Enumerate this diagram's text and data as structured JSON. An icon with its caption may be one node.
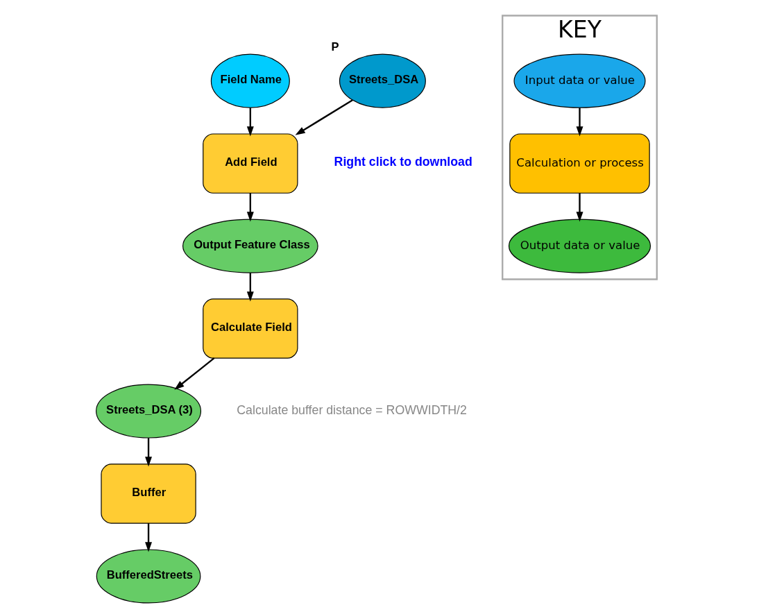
{
  "diagram": {
    "nodes": [
      {
        "text": [
          "Field Name"
        ]
      },
      {
        "text": [
          "Streets_DSA"
        ],
        "beside": [
          "P"
        ]
      },
      {
        "text": [
          "Add Field"
        ]
      },
      {
        "text": [
          "Output Feature Class"
        ]
      },
      {
        "text": [
          "Calculate Field"
        ]
      },
      {
        "text": [
          "Streets_DSA (3)"
        ]
      },
      {
        "text": [
          "Buffer"
        ]
      },
      {
        "text": [
          "BufferedStreets"
        ]
      },
      {
        "text": [
          "KEY"
        ]
      },
      {
        "text": [
          "Input data or value"
        ],
        "in": 8
      },
      {
        "text": [
          "Calculation or process"
        ],
        "in": 8
      },
      {
        "text": [
          "Output data or value"
        ],
        "in": 8
      }
    ],
    "edges": [
      {
        "from": 0,
        "to": 2,
        "arrow": "to"
      },
      {
        "from": 1,
        "to": 2,
        "arrow": "to"
      },
      {
        "from": 2,
        "to": 3,
        "arrow": "to"
      },
      {
        "from": 3,
        "to": 4,
        "arrow": "to"
      },
      {
        "from": 4,
        "to": 5,
        "arrow": "to"
      },
      {
        "from": 5,
        "to": 6,
        "arrow": "to"
      },
      {
        "from": 6,
        "to": 7,
        "arrow": "to"
      },
      {
        "from": 9,
        "to": 10,
        "arrow": "to"
      },
      {
        "from": 10,
        "to": 11,
        "arrow": "to"
      }
    ],
    "labels": [
      "Right click to download",
      "Calculate buffer distance = ROWWIDTH/2"
    ]
  }
}
